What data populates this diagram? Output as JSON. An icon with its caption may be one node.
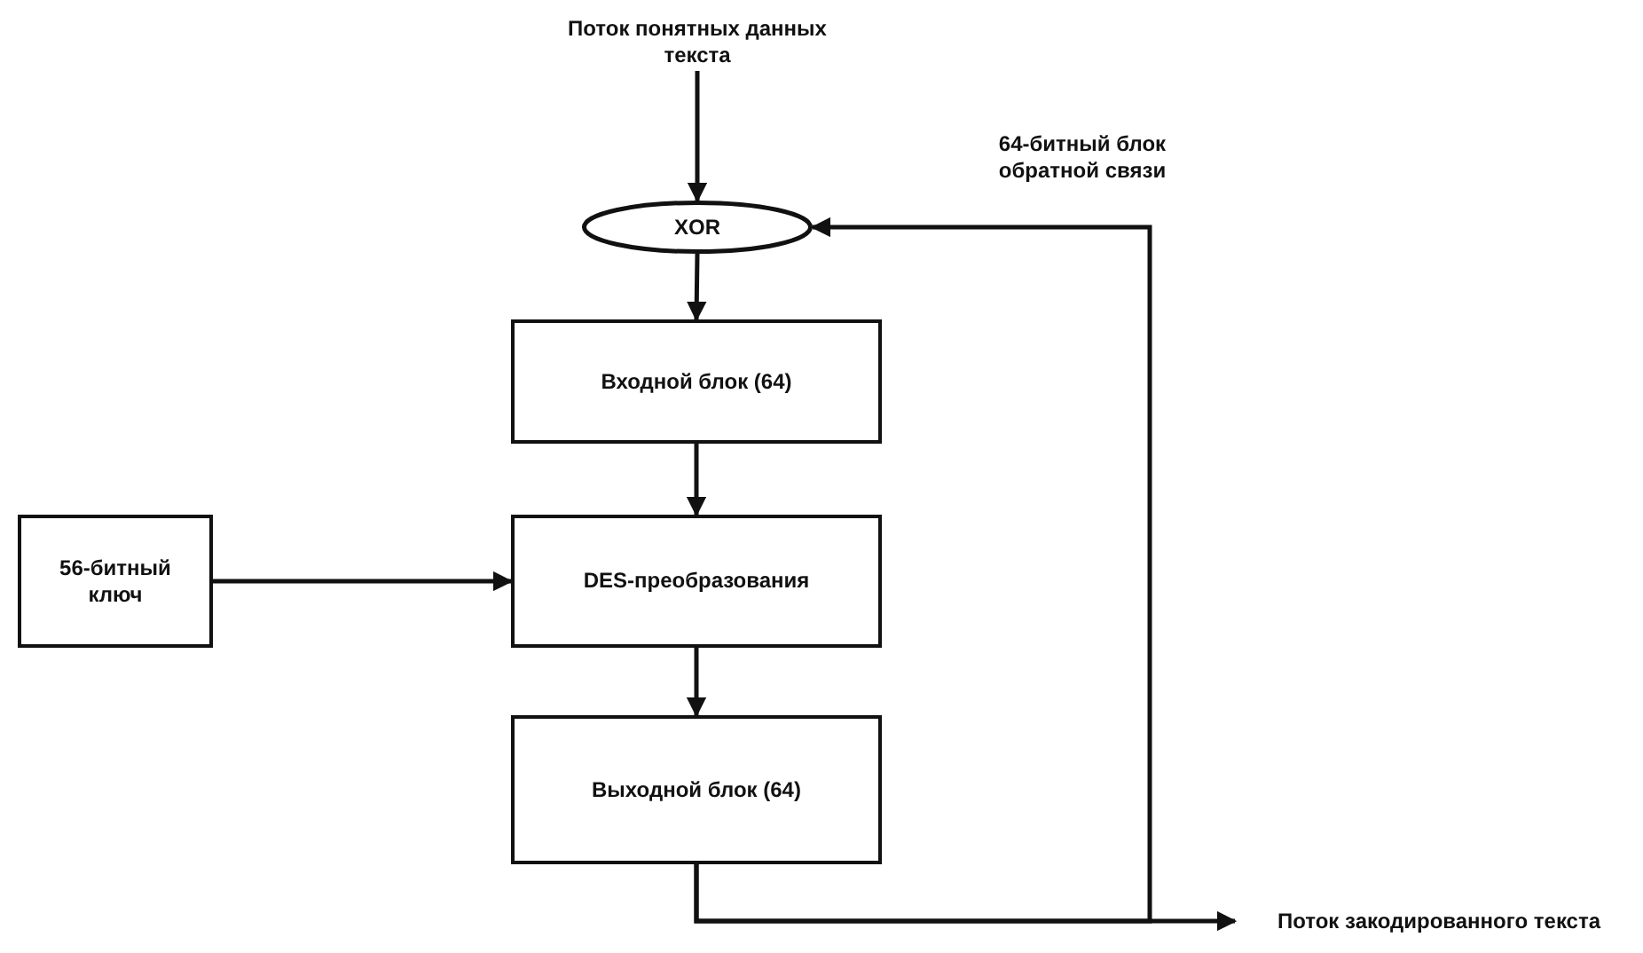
{
  "diagram": {
    "nodes": [
      {
        "text": [
          "Поток понятных данных текста"
        ]
      },
      {
        "text": [
          "XOR"
        ]
      },
      {
        "text": [
          "Входной блок (64)"
        ]
      },
      {
        "text": [
          "DES-преобразования"
        ]
      },
      {
        "text": [
          "56-битный ключ"
        ]
      },
      {
        "text": [
          "Выходной блок (64)"
        ]
      },
      {
        "text": [
          "Поток закодированного текста"
        ]
      }
    ],
    "edges": [
      {
        "from": 0,
        "to": 1,
        "arrow": "to"
      },
      {
        "from": 1,
        "to": 2,
        "arrow": "to"
      },
      {
        "from": 2,
        "to": 3,
        "arrow": "to"
      },
      {
        "from": 4,
        "to": 3,
        "arrow": "to"
      },
      {
        "from": 3,
        "to": 5,
        "arrow": "to"
      },
      {
        "from": 5,
        "to": 6,
        "arrow": "to"
      },
      {
        "from": 5,
        "to": 1,
        "arrow": "to",
        "label": "64-битный блок обратной связи"
      }
    ]
  }
}
